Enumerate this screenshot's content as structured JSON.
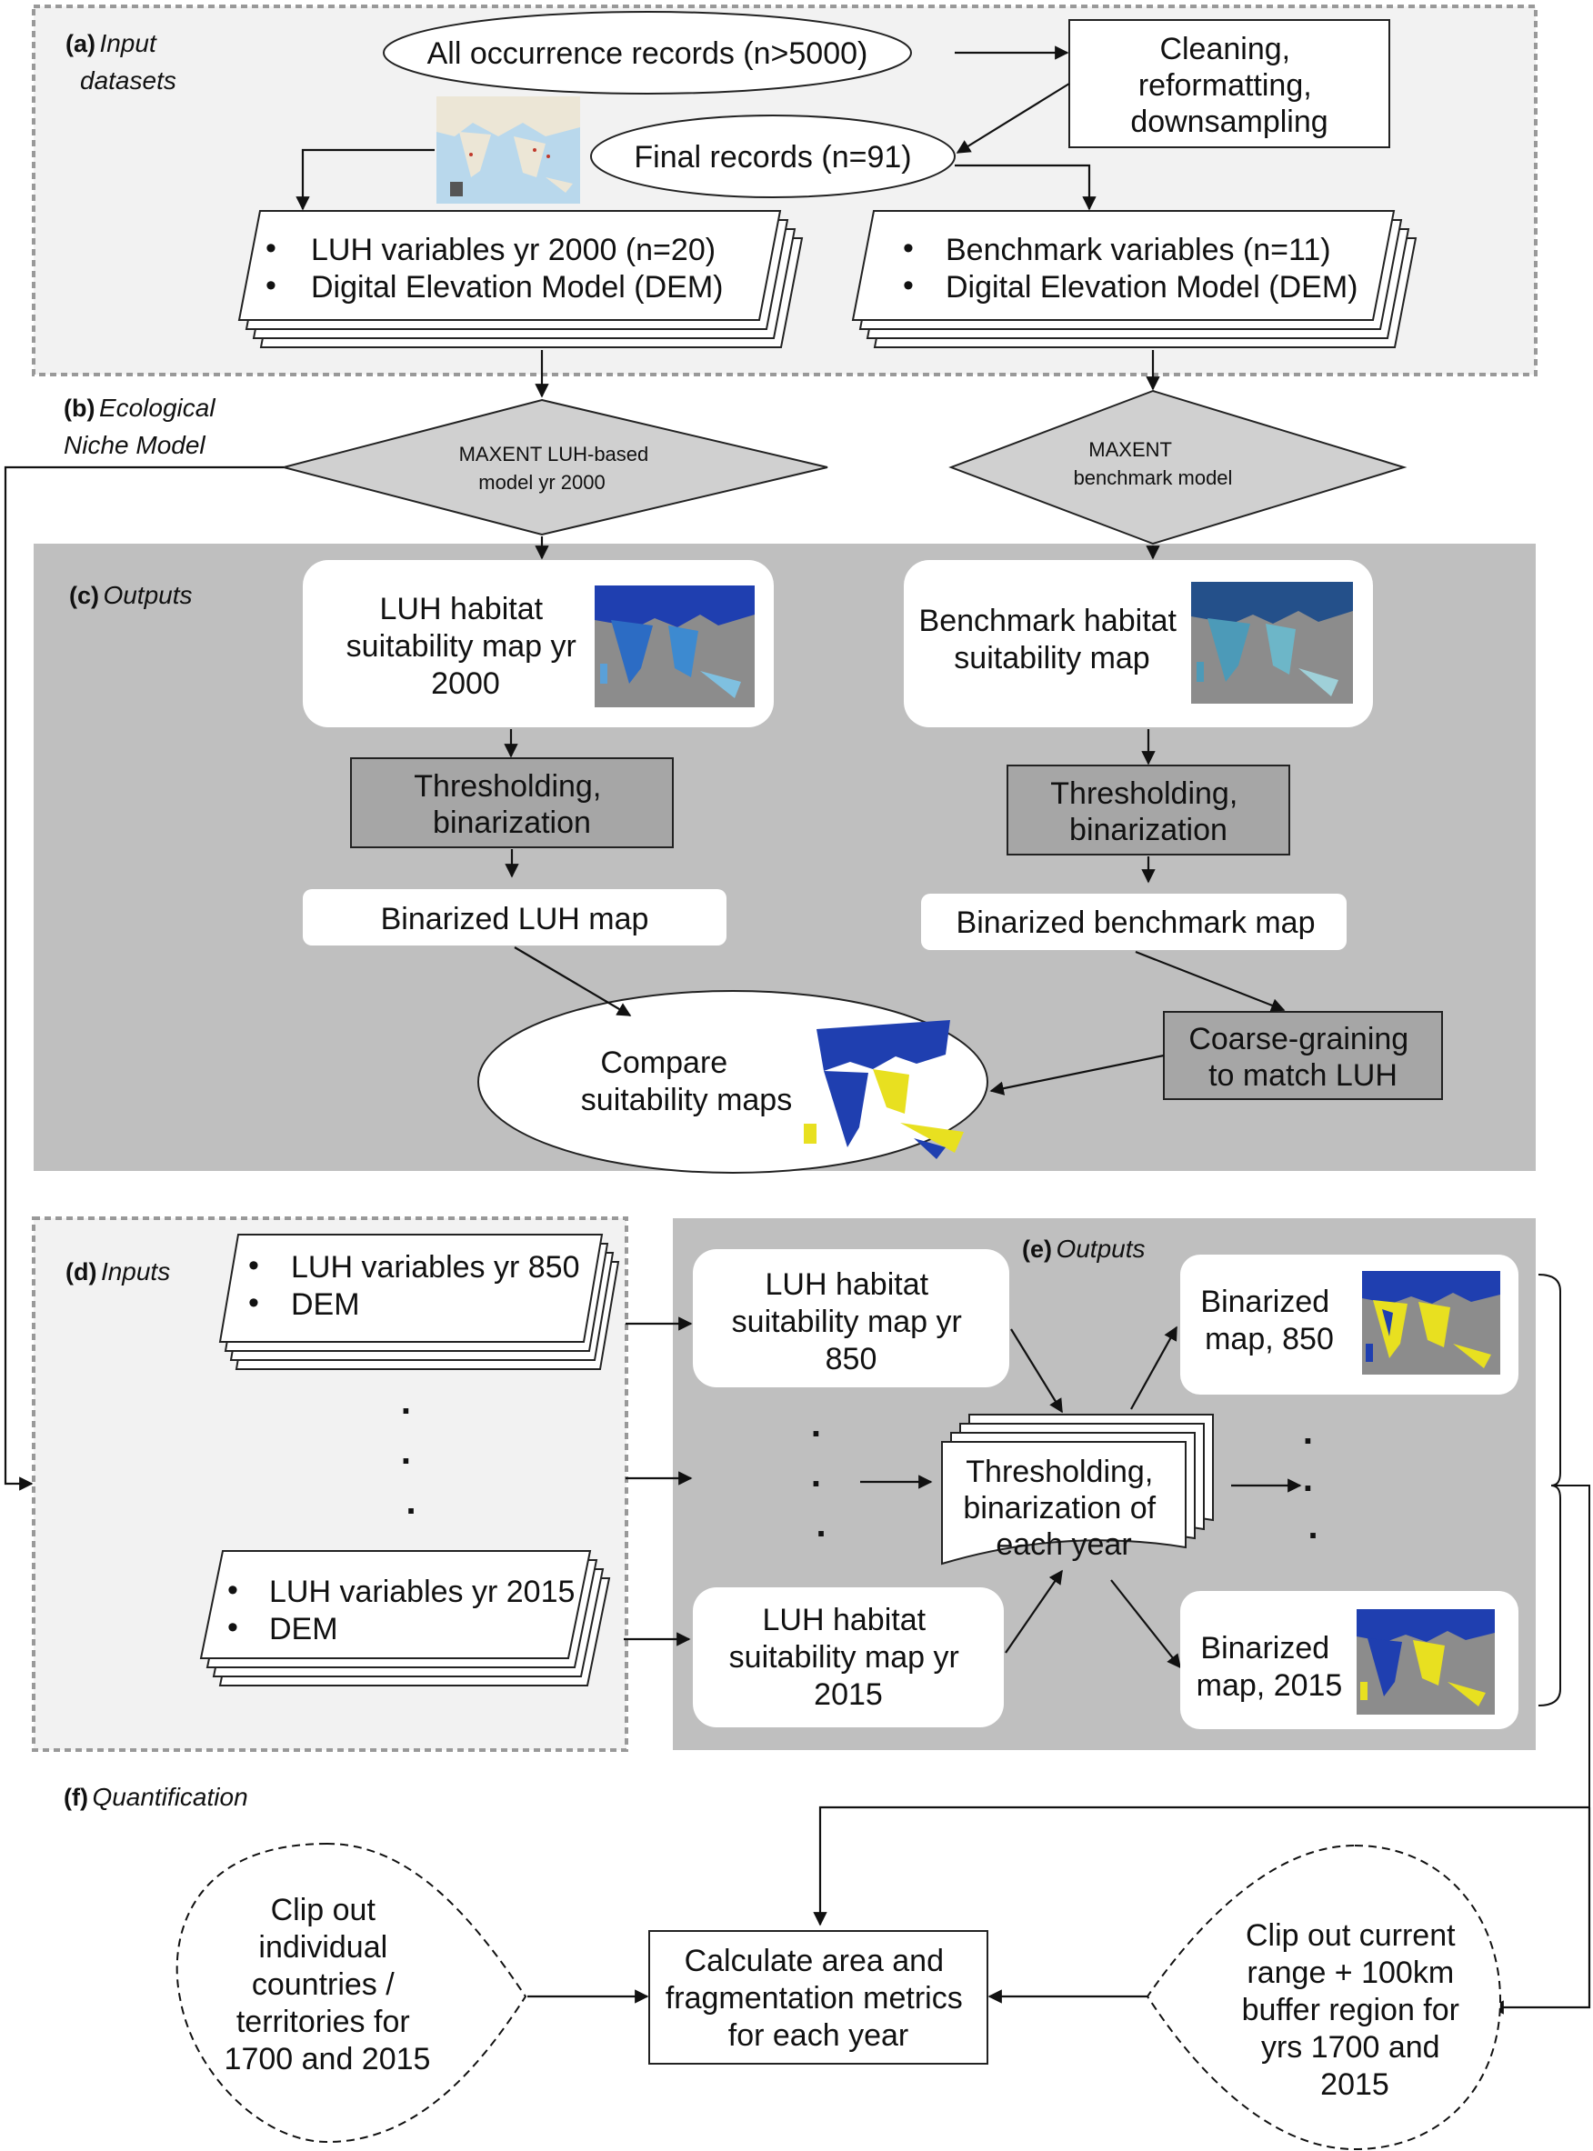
{
  "sections": {
    "a": {
      "letter": "(a)",
      "title_line1": "Input",
      "title_line2": "datasets"
    },
    "b": {
      "letter": "(b)",
      "title_line1": "Ecological",
      "title_line2": "Niche Model"
    },
    "c": {
      "letter": "(c)",
      "title": "Outputs"
    },
    "d": {
      "letter": "(d)",
      "title": "Inputs"
    },
    "e": {
      "letter": "(e)",
      "title": "Outputs"
    },
    "f": {
      "letter": "(f)",
      "title": "Quantification"
    }
  },
  "input": {
    "all_records": "All occurrence records (n>5000)",
    "cleaning": [
      "Cleaning,",
      "reformatting,",
      "downsampling"
    ],
    "final_records": "Final records (n=91)",
    "luh_stack": [
      "LUH variables yr 2000 (n=20)",
      "Digital Elevation Model (DEM)"
    ],
    "benchmark_stack": [
      "Benchmark variables (n=11)",
      "Digital Elevation Model (DEM)"
    ]
  },
  "model": {
    "luh": [
      "MAXENT LUH-based",
      "model yr 2000"
    ],
    "benchmark": [
      "MAXENT",
      "benchmark model"
    ]
  },
  "outputs_c": {
    "luh_map": [
      "LUH habitat",
      "suitability map yr",
      "2000"
    ],
    "benchmark_map": [
      "Benchmark habitat",
      "suitability map"
    ],
    "threshold_left": [
      "Thresholding,",
      "binarization"
    ],
    "threshold_right": [
      "Thresholding,",
      "binarization"
    ],
    "binarized_luh": "Binarized LUH map",
    "binarized_benchmark": "Binarized benchmark map",
    "coarse": [
      "Coarse-graining",
      "to match LUH"
    ],
    "compare": [
      "Compare",
      "suitability maps"
    ]
  },
  "inputs_d": {
    "stack_850": [
      "LUH variables yr 850",
      "DEM"
    ],
    "stack_2015": [
      "LUH variables yr 2015",
      "DEM"
    ],
    "ellipsis": "."
  },
  "outputs_e": {
    "map_850": [
      "LUH habitat",
      "suitability map yr",
      "850"
    ],
    "map_2015": [
      "LUH habitat",
      "suitability map yr",
      "2015"
    ],
    "threshold_each": [
      "Thresholding,",
      "binarization of",
      "each year"
    ],
    "bin_850": [
      "Binarized",
      "map, 850"
    ],
    "bin_2015": [
      "Binarized",
      "map, 2015"
    ]
  },
  "quant": {
    "clip_countries": [
      "Clip out",
      "individual",
      "countries /",
      "territories for",
      "1700 and 2015"
    ],
    "calc": [
      "Calculate area and",
      "fragmentation metrics",
      "for each year"
    ],
    "clip_range": [
      "Clip out current",
      "range + 100km",
      "buffer region for",
      "yrs 1700 and",
      "2015"
    ]
  },
  "colors": {
    "panel_light": "#f2f2f2",
    "panel_dark": "#bfbfbf",
    "diamond": "#d0d0d0",
    "box_grey": "#a6a6a6",
    "map_blue": "#1f3fb0",
    "map_yellow": "#e8e020",
    "map_grey": "#8c8c8c",
    "map_sea": "#a9cfe8"
  }
}
